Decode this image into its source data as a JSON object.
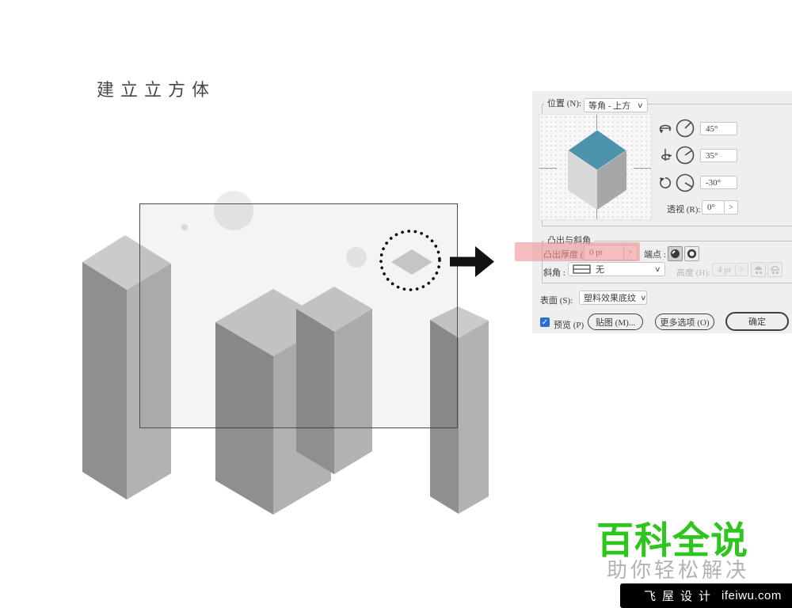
{
  "title": "建立立方体",
  "colors": {
    "accent_green": "#2ec51e",
    "tagline_gray": "#b2b2b2",
    "highlight_pink": "rgba(239,148,148,0.62)",
    "cube_top_teal": "#4e93ac",
    "cube_left": "#d8d8d8",
    "cube_right": "#a7a7a7",
    "box_top": "#cbcbcb",
    "box_left": "#8f8f8f",
    "box_right": "#b2b2b2",
    "checkbox_blue": "#2c6fd2",
    "footer_bg": "#000000",
    "arrow_black": "#111111"
  },
  "dialog": {
    "position_label": "位置 (N):",
    "position_value": "等角 - 上方",
    "chevron": "∨",
    "spinner": ">",
    "rotation_rows": [
      {
        "icon": "rotate-x",
        "value": "45°"
      },
      {
        "icon": "rotate-y",
        "value": "35°"
      },
      {
        "icon": "rotate-z",
        "value": "-30°"
      }
    ],
    "perspective_label": "透视 (R):",
    "perspective_value": "0°",
    "extrude_group_title": "凸出与斜角",
    "extrude_depth_label": "凸出厚度 (D):",
    "extrude_depth_value": "0 pt",
    "caps_label": "端点 :",
    "bevel_label": "斜角 :",
    "bevel_value": "无",
    "height_label": "高度 (H):",
    "height_value": "4 pt",
    "surface_label": "表面 (S):",
    "surface_value": "塑料效果底纹",
    "preview_checkbox_label": "预览 (P)",
    "check_glyph": "✓",
    "buttons": {
      "map": "贴图 (M)...",
      "more_options": "更多选项 (O)",
      "ok": "确定"
    }
  },
  "branding": {
    "logo": "百科全说",
    "tagline": "助你轻松解决",
    "footer_site": "飞屋设计",
    "footer_domain": "ifeiwu.com"
  }
}
